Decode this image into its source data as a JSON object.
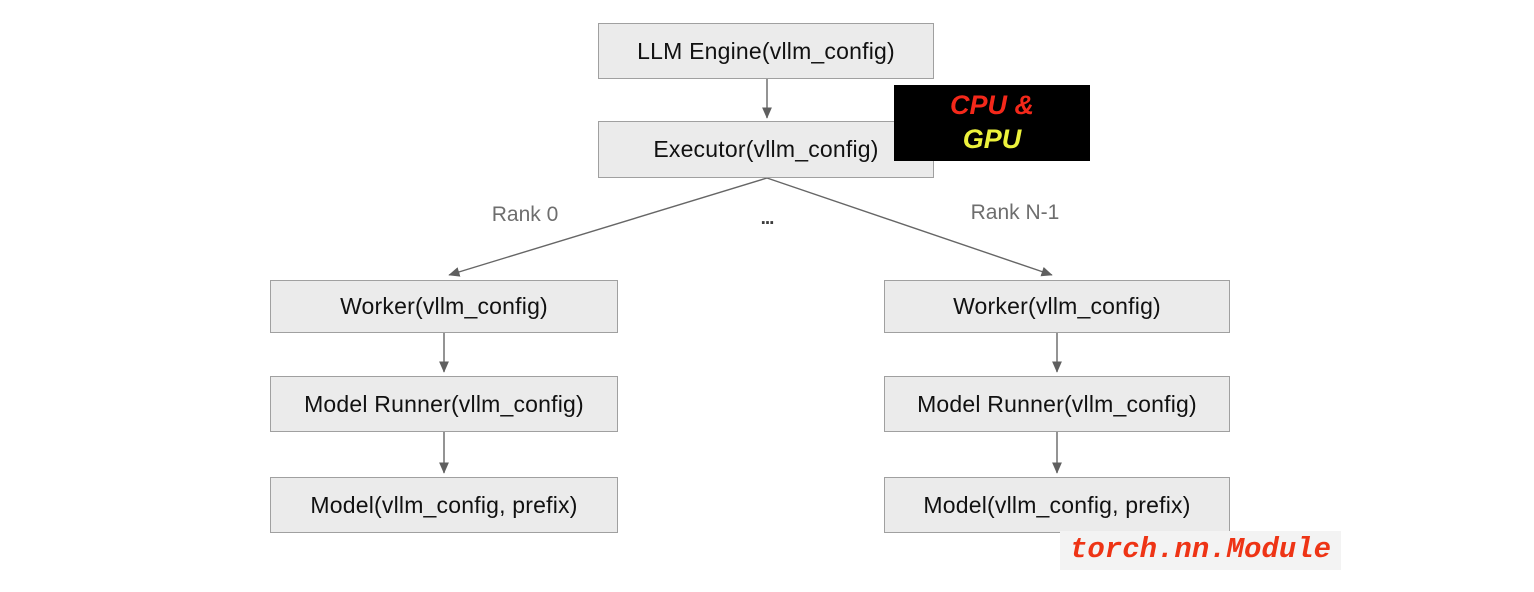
{
  "diagram": {
    "nodes": {
      "llm_engine": "LLM Engine(vllm_config)",
      "executor": "Executor(vllm_config)",
      "worker_left": "Worker(vllm_config)",
      "model_runner_left": "Model Runner(vllm_config)",
      "model_left": "Model(vllm_config, prefix)",
      "worker_right": "Worker(vllm_config)",
      "model_runner_right": "Model Runner(vllm_config)",
      "model_right": "Model(vllm_config, prefix)"
    },
    "edge_labels": {
      "rank_0": "Rank 0",
      "dots": "...",
      "rank_n_1": "Rank N-1"
    },
    "callout": {
      "line1": "CPU &",
      "line2": "GPU",
      "line1_color": "#f4281a",
      "line2_color": "#edf23c",
      "bg_color": "#000000"
    },
    "annotation": {
      "text": "torch.nn.Module",
      "color": "#ee3415",
      "bg_color": "#f3f3f3"
    },
    "colors": {
      "box_fill": "#ebebeb",
      "box_border": "#a0a0a0",
      "box_text": "#111111",
      "arrow": "#666666",
      "edge_label_text": "#6e6e6e"
    }
  }
}
